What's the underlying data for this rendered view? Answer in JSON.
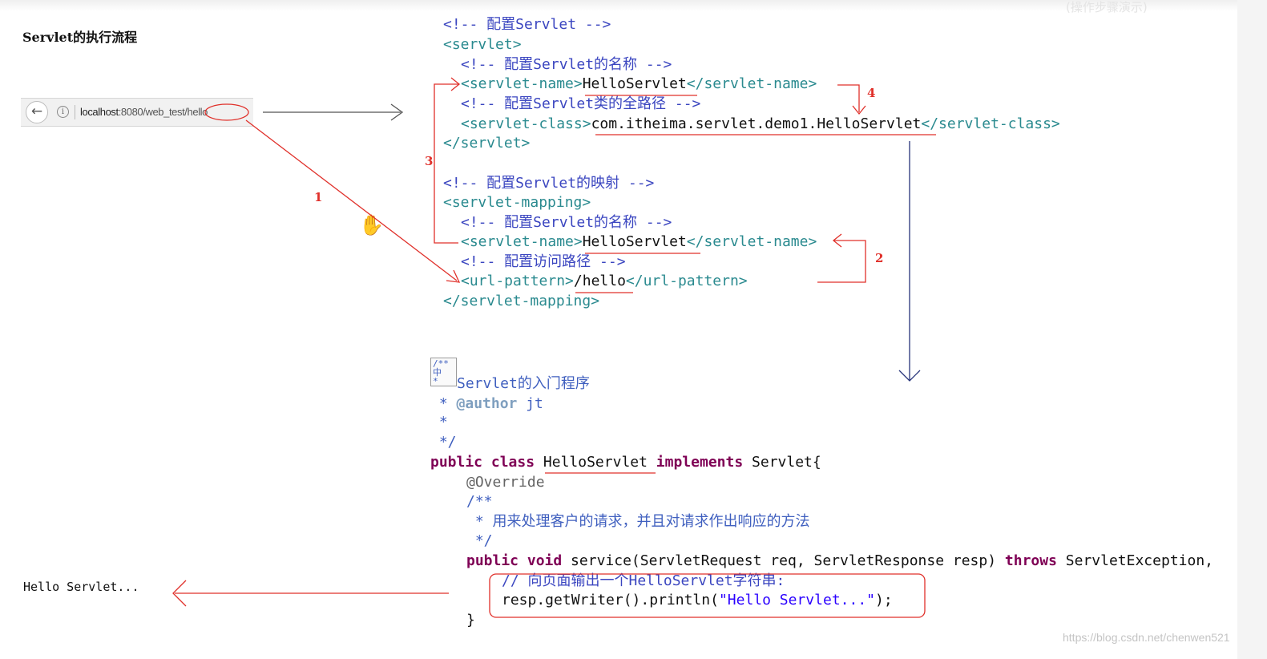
{
  "title": "Servlet的执行流程",
  "faint_top_text": "(操作步骤演示)",
  "browser": {
    "back_icon": "arrow-left-icon",
    "info_icon": "info-icon",
    "url_host": "localhost",
    "url_rest": ":8080/web_test/hello"
  },
  "xml_lines": {
    "l1": "<!-- 配置Servlet -->",
    "l2": "<servlet>",
    "l3": "<!-- 配置Servlet的名称 -->",
    "l4_open": "<servlet-name>",
    "l4_value": "HelloServlet",
    "l4_close": "</servlet-name>",
    "l5": "<!-- 配置Servlet类的全路径 -->",
    "l6_open": "<servlet-class>",
    "l6_value": "com.itheima.servlet.demo1.HelloServlet",
    "l6_close": "</servlet-class>",
    "l7": "</servlet>",
    "l8": "<!-- 配置Servlet的映射 -->",
    "l9": "<servlet-mapping>",
    "l10": "<!-- 配置Servlet的名称 -->",
    "l11_open": "<servlet-name>",
    "l11_value": "HelloServlet",
    "l11_close": "</servlet-name>",
    "l12": "<!-- 配置访问路径 -->",
    "l13_open": "<url-pattern>",
    "l13_value": "/hello",
    "l13_close": "</url-pattern>",
    "l14": "</servlet-mapping>"
  },
  "java": {
    "icon_text": "/**\n中\n*",
    "doc1": "Servlet的入门程序",
    "doc2_star": " * ",
    "doc2_tag": "@author",
    "doc2_name": " jt",
    "doc3": " *",
    "doc4": " */",
    "decl_public": "public",
    "decl_class": "class",
    "decl_name": "HelloServlet",
    "decl_impl": "implements",
    "decl_iface": "Servlet{",
    "override": "@Override",
    "m_doc1": "/**",
    "m_doc2": " * 用来处理客户的请求，并且对请求作出响应的方法",
    "m_doc3": " */",
    "sig_kw": "public void",
    "sig_rest1": " service(ServletRequest req, ServletResponse resp) ",
    "sig_throws": "throws",
    "sig_rest2": " ServletException,",
    "body_comment": "// 向页面输出一个HelloServlet字符串:",
    "body_call": "resp.getWriter().println(",
    "body_str": "\"Hello Servlet...\"",
    "body_end": ");",
    "close": "}"
  },
  "step_numbers": [
    "1",
    "2",
    "3",
    "4"
  ],
  "output_text": "Hello Servlet...",
  "cursor_icon": "hand-cursor-icon",
  "watermark": "https://blog.csdn.net/chenwen521",
  "colors": {
    "annotation_red": "#e0302a",
    "flow_blue": "#27347a",
    "xml_comment": "#3b46c0",
    "xml_tag": "#2a8a8f",
    "java_keyword": "#7f0055",
    "java_string": "#2a00ff"
  }
}
